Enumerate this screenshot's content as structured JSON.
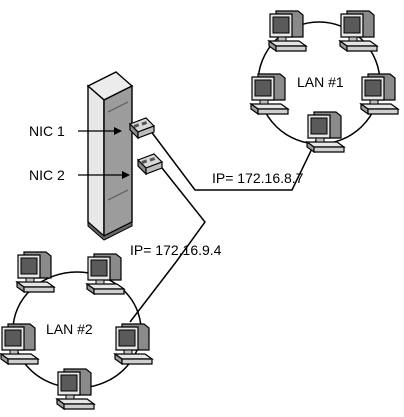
{
  "labels": {
    "nic1": "NIC 1",
    "nic2": "NIC 2",
    "ip1": "IP= 172.16.8.7",
    "ip2": "IP= 172.16.9.4",
    "lan1": "LAN #1",
    "lan2": "LAN #2"
  },
  "icons": {
    "server": "server-tower-icon",
    "workstation": "computer-workstation-icon",
    "nic": "network-interface-card-icon"
  },
  "colors": {
    "line": "#000000",
    "fill_light": "#e6e6e6",
    "fill_mid": "#bdbdbd",
    "fill_dark": "#7a7a7a"
  }
}
